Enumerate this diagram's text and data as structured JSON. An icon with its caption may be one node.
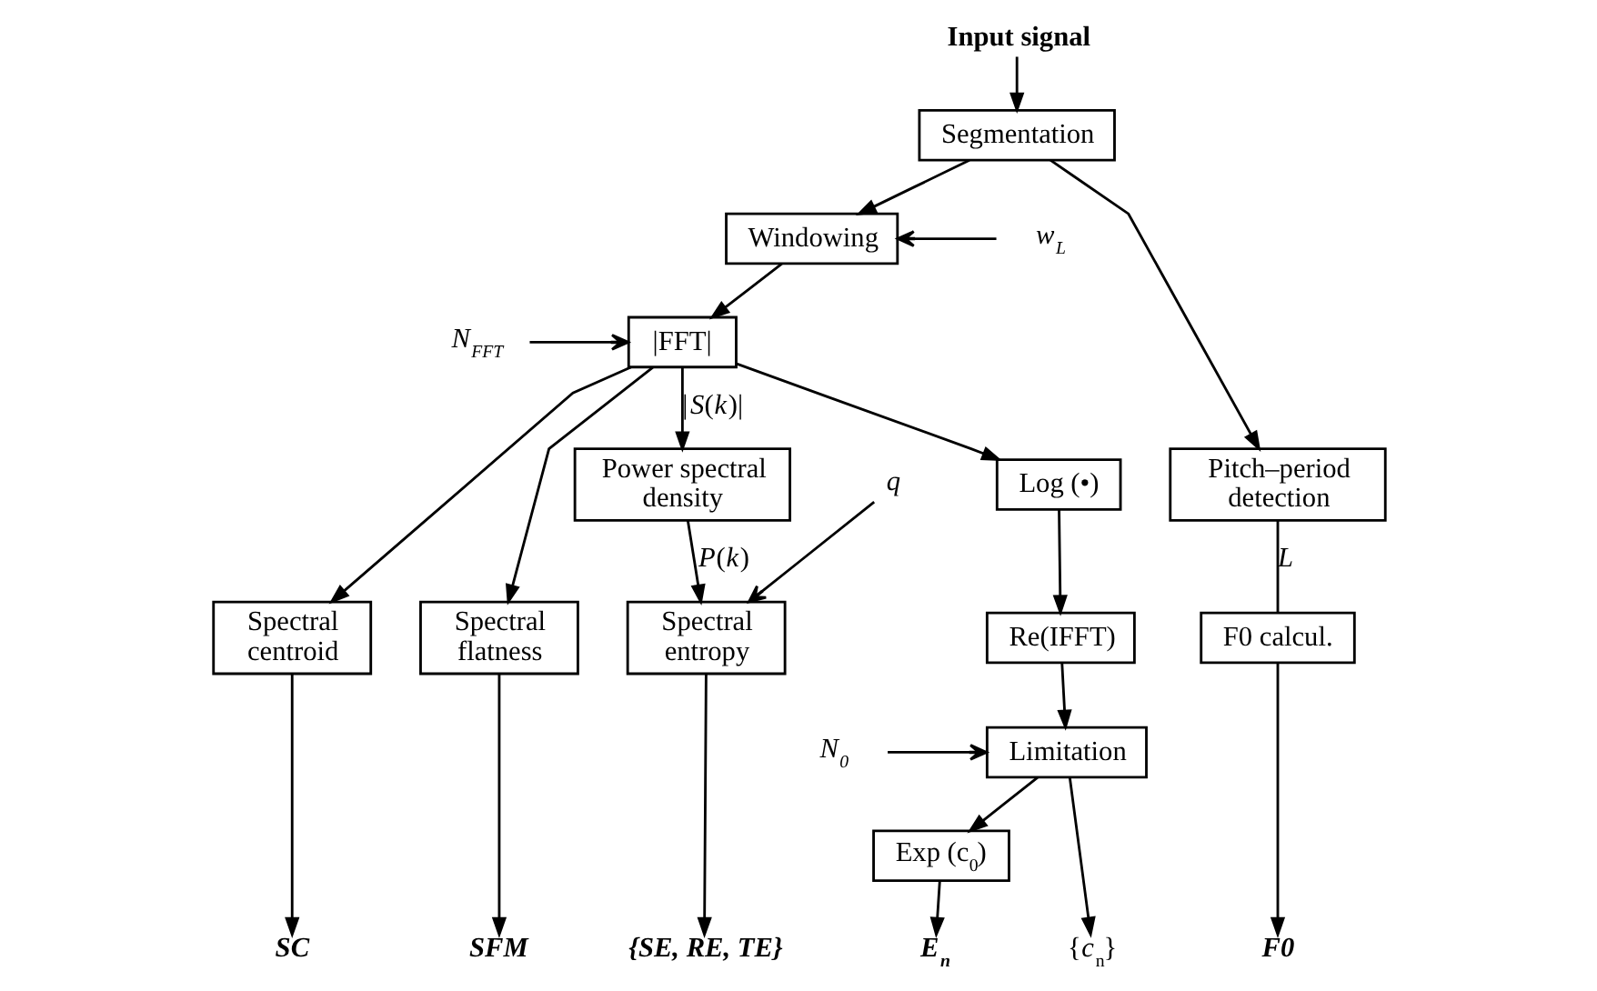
{
  "diagram": {
    "nodes": [
      {
        "text": [
          "Input signal"
        ]
      },
      {
        "text": [
          "Segmentation"
        ]
      },
      {
        "text": [
          "Windowing"
        ]
      },
      {
        "text": [
          "|FFT|"
        ]
      },
      {
        "text": [
          "Log (•)"
        ]
      },
      {
        "text": [
          "Re(IFFT)"
        ]
      },
      {
        "text": [
          "Limitation"
        ]
      },
      {
        "text": [
          "Exp (c$_{0}$)"
        ]
      },
      {
        "text": [
          "Power spectral density"
        ]
      },
      {
        "text": [
          "Pitch–period detection"
        ]
      },
      {
        "text": [
          "Spectral centroid"
        ]
      },
      {
        "text": [
          "Spectral flatness"
        ]
      },
      {
        "text": [
          "Spectral entropy"
        ]
      },
      {
        "text": [
          "F0 calcul."
        ]
      },
      {
        "text": [
          "w$_{L}$"
        ]
      },
      {
        "text": [
          "N$_{FFT}$"
        ]
      },
      {
        "text": [
          "N$_{0}$"
        ]
      },
      {
        "text": [
          "q"
        ]
      },
      {
        "text": [
          "E$_{n}$"
        ]
      },
      {
        "text": [
          "{*c*$_{n}$}"
        ]
      },
      {
        "text": [
          "SC"
        ]
      },
      {
        "text": [
          "SFM"
        ]
      },
      {
        "text": [
          "{SE, RE, TE}"
        ]
      },
      {
        "text": [
          "F0"
        ]
      }
    ],
    "edges": [
      {
        "from": 0,
        "to": 1,
        "arrow": "to"
      },
      {
        "from": 1,
        "to": 2,
        "arrow": "to"
      },
      {
        "from": 1,
        "to": 9,
        "arrow": "to"
      },
      {
        "from": 14,
        "to": 2,
        "arrow": "to"
      },
      {
        "from": 2,
        "to": 3,
        "arrow": "to"
      },
      {
        "from": 15,
        "to": 3,
        "arrow": "to"
      },
      {
        "from": 3,
        "to": 4,
        "arrow": "to"
      },
      {
        "from": 3,
        "to": 8,
        "arrow": "to",
        "label": "|*S*(*k*)|"
      },
      {
        "from": 3,
        "to": 10,
        "arrow": "to"
      },
      {
        "from": 3,
        "to": 11,
        "arrow": "to"
      },
      {
        "from": 4,
        "to": 5,
        "arrow": "to"
      },
      {
        "from": 5,
        "to": 6,
        "arrow": "to"
      },
      {
        "from": 16,
        "to": 6,
        "arrow": "to"
      },
      {
        "from": 6,
        "to": 7,
        "arrow": "to"
      },
      {
        "from": 6,
        "to": 19,
        "arrow": "to"
      },
      {
        "from": 7,
        "to": 18,
        "arrow": "to"
      },
      {
        "from": 8,
        "to": 12,
        "arrow": "to",
        "label": "*P*(*k*)"
      },
      {
        "from": 17,
        "to": 12,
        "arrow": "to"
      },
      {
        "from": 9,
        "to": 13,
        "arrow": "none",
        "label": "*L*"
      },
      {
        "from": 10,
        "to": 20,
        "arrow": "to"
      },
      {
        "from": 11,
        "to": 21,
        "arrow": "to"
      },
      {
        "from": 12,
        "to": 22,
        "arrow": "to"
      },
      {
        "from": 13,
        "to": 23,
        "arrow": "to"
      }
    ]
  }
}
